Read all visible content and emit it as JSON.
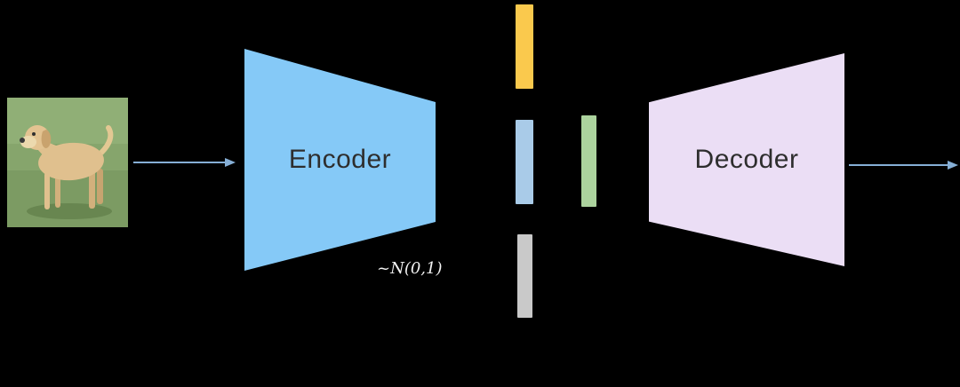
{
  "diagram": {
    "background_color": "#000000",
    "encoder": {
      "label": "Encoder",
      "fill": "#85C9F7"
    },
    "decoder": {
      "label": "Decoder",
      "fill": "#EBDEF5"
    },
    "noise_label": "~N(0,1)",
    "arrow_color": "#86AFD6",
    "bars": {
      "yellow": {
        "color": "#FAC94D"
      },
      "blue": {
        "color": "#A9CBE8"
      },
      "green": {
        "color": "#ACD39E"
      },
      "gray": {
        "color": "#C9C9C9"
      }
    },
    "input_image": {
      "icon": "dog-photo"
    }
  }
}
